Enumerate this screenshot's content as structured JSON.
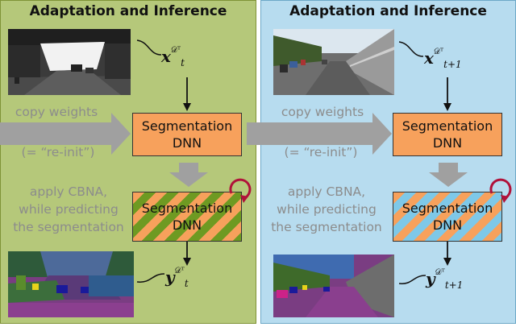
{
  "left_panel": {
    "title": "Adaptation and Inference",
    "copy_weights": "copy weights",
    "reinit": "(= “re-init”)",
    "apply_line1": "apply CBNA,",
    "apply_line2": "while predicting",
    "apply_line3": "the segmentation",
    "box1_line1": "Segmentation",
    "box1_line2": "DNN",
    "box2_line1": "Segmentation",
    "box2_line2": "DNN",
    "input_var": "x",
    "input_sup": "𝒟ᵀ",
    "input_sub": "t",
    "output_var": "y",
    "output_sup": "𝒟ᵀ",
    "output_sub": "t"
  },
  "right_panel": {
    "title": "Adaptation and Inference",
    "copy_weights": "copy weights",
    "reinit": "(= “re-init”)",
    "apply_line1": "apply CBNA,",
    "apply_line2": "while predicting",
    "apply_line3": "the segmentation",
    "box1_line1": "Segmentation",
    "box1_line2": "DNN",
    "box2_line1": "Segmentation",
    "box2_line2": "DNN",
    "input_var": "x",
    "input_sup": "𝒟ᵀ",
    "input_sub": "t+1",
    "output_var": "y",
    "output_sup": "𝒟ᵀ",
    "output_sub": "t+1"
  },
  "colors": {
    "left_bg": "#b5c87a",
    "right_bg": "#b7dcef",
    "box_orange": "#f7a15c",
    "stripe_green": "#6e9a22",
    "stripe_blue": "#7ec8e8",
    "gray_arrow": "#a0a0a0",
    "loop_arrow": "#b0123a"
  }
}
